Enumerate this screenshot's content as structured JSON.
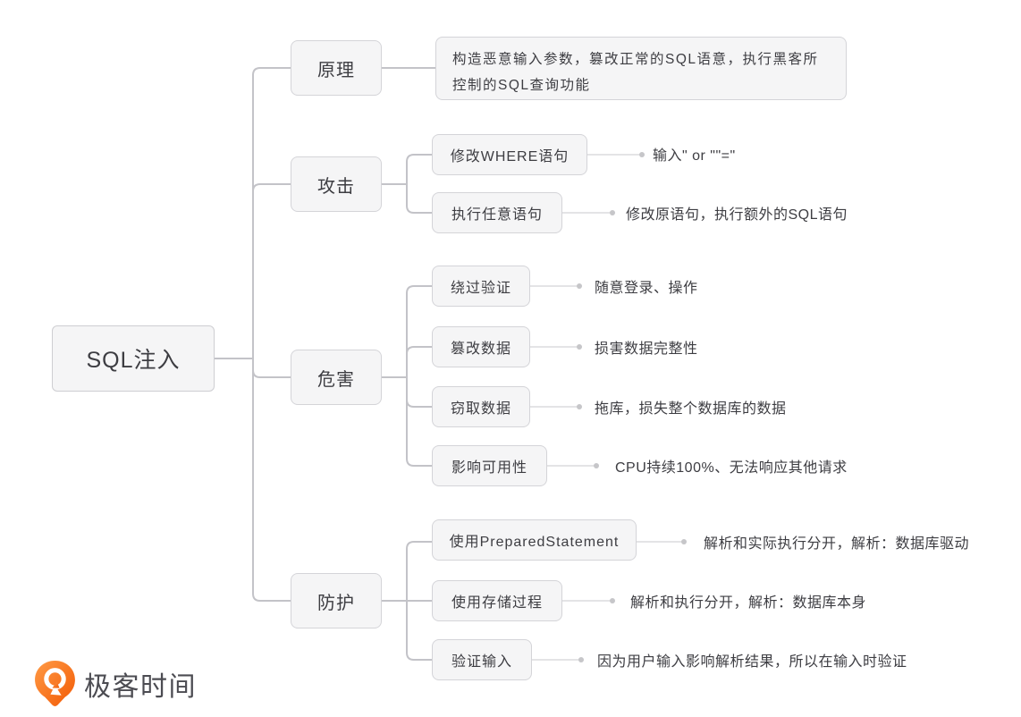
{
  "root": {
    "label": "SQL注入"
  },
  "branches": [
    {
      "label": "原理",
      "children": [
        {
          "label": "构造恶意输入参数，篡改正常的SQL语意，执行黑客所控制的SQL查询功能",
          "note": ""
        }
      ]
    },
    {
      "label": "攻击",
      "children": [
        {
          "label": "修改WHERE语句",
          "note": "输入\" or \"\"=\""
        },
        {
          "label": "执行任意语句",
          "note": "修改原语句，执行额外的SQL语句"
        }
      ]
    },
    {
      "label": "危害",
      "children": [
        {
          "label": "绕过验证",
          "note": "随意登录、操作"
        },
        {
          "label": "篡改数据",
          "note": "损害数据完整性"
        },
        {
          "label": "窃取数据",
          "note": "拖库，损失整个数据库的数据"
        },
        {
          "label": "影响可用性",
          "note": "CPU持续100%、无法响应其他请求"
        }
      ]
    },
    {
      "label": "防护",
      "children": [
        {
          "label": "使用PreparedStatement",
          "note": "解析和实际执行分开，解析：数据库驱动"
        },
        {
          "label": "使用存储过程",
          "note": "解析和执行分开，解析：数据库本身"
        },
        {
          "label": "验证输入",
          "note": "因为用户输入影响解析结果，所以在输入时验证"
        }
      ]
    }
  ],
  "logo": {
    "text": "极客时间",
    "icon": "geektime-pin-icon",
    "brand_color": "#f96300"
  },
  "colors": {
    "node_bg": "#f5f5f6",
    "node_border": "#d4d4d8",
    "connector": "#c3c3c8",
    "leaf_line": "#dcdcde",
    "dot": "#c6c6c9",
    "text": "#3d3d42"
  }
}
